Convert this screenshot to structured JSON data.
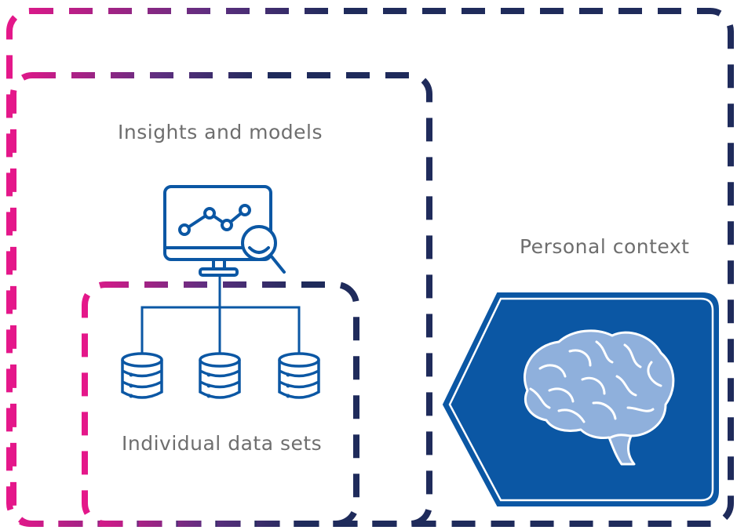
{
  "labels": {
    "insights": "Insights and models",
    "personal": "Personal context",
    "individual": "Individual data sets"
  },
  "colors": {
    "navy": "#1f2b5b",
    "magenta": "#e5178a",
    "purple": "#6b2c7f",
    "panel_blue": "#0b57a4",
    "brain_light": "#8fb0dc",
    "icon_blue": "#0b57a4",
    "label_gray": "#6e6e6e"
  },
  "icons": {
    "monitor": "monitor-chart-icon",
    "magnifier": "magnifier-icon",
    "database": "database-icon",
    "brain": "brain-icon"
  }
}
